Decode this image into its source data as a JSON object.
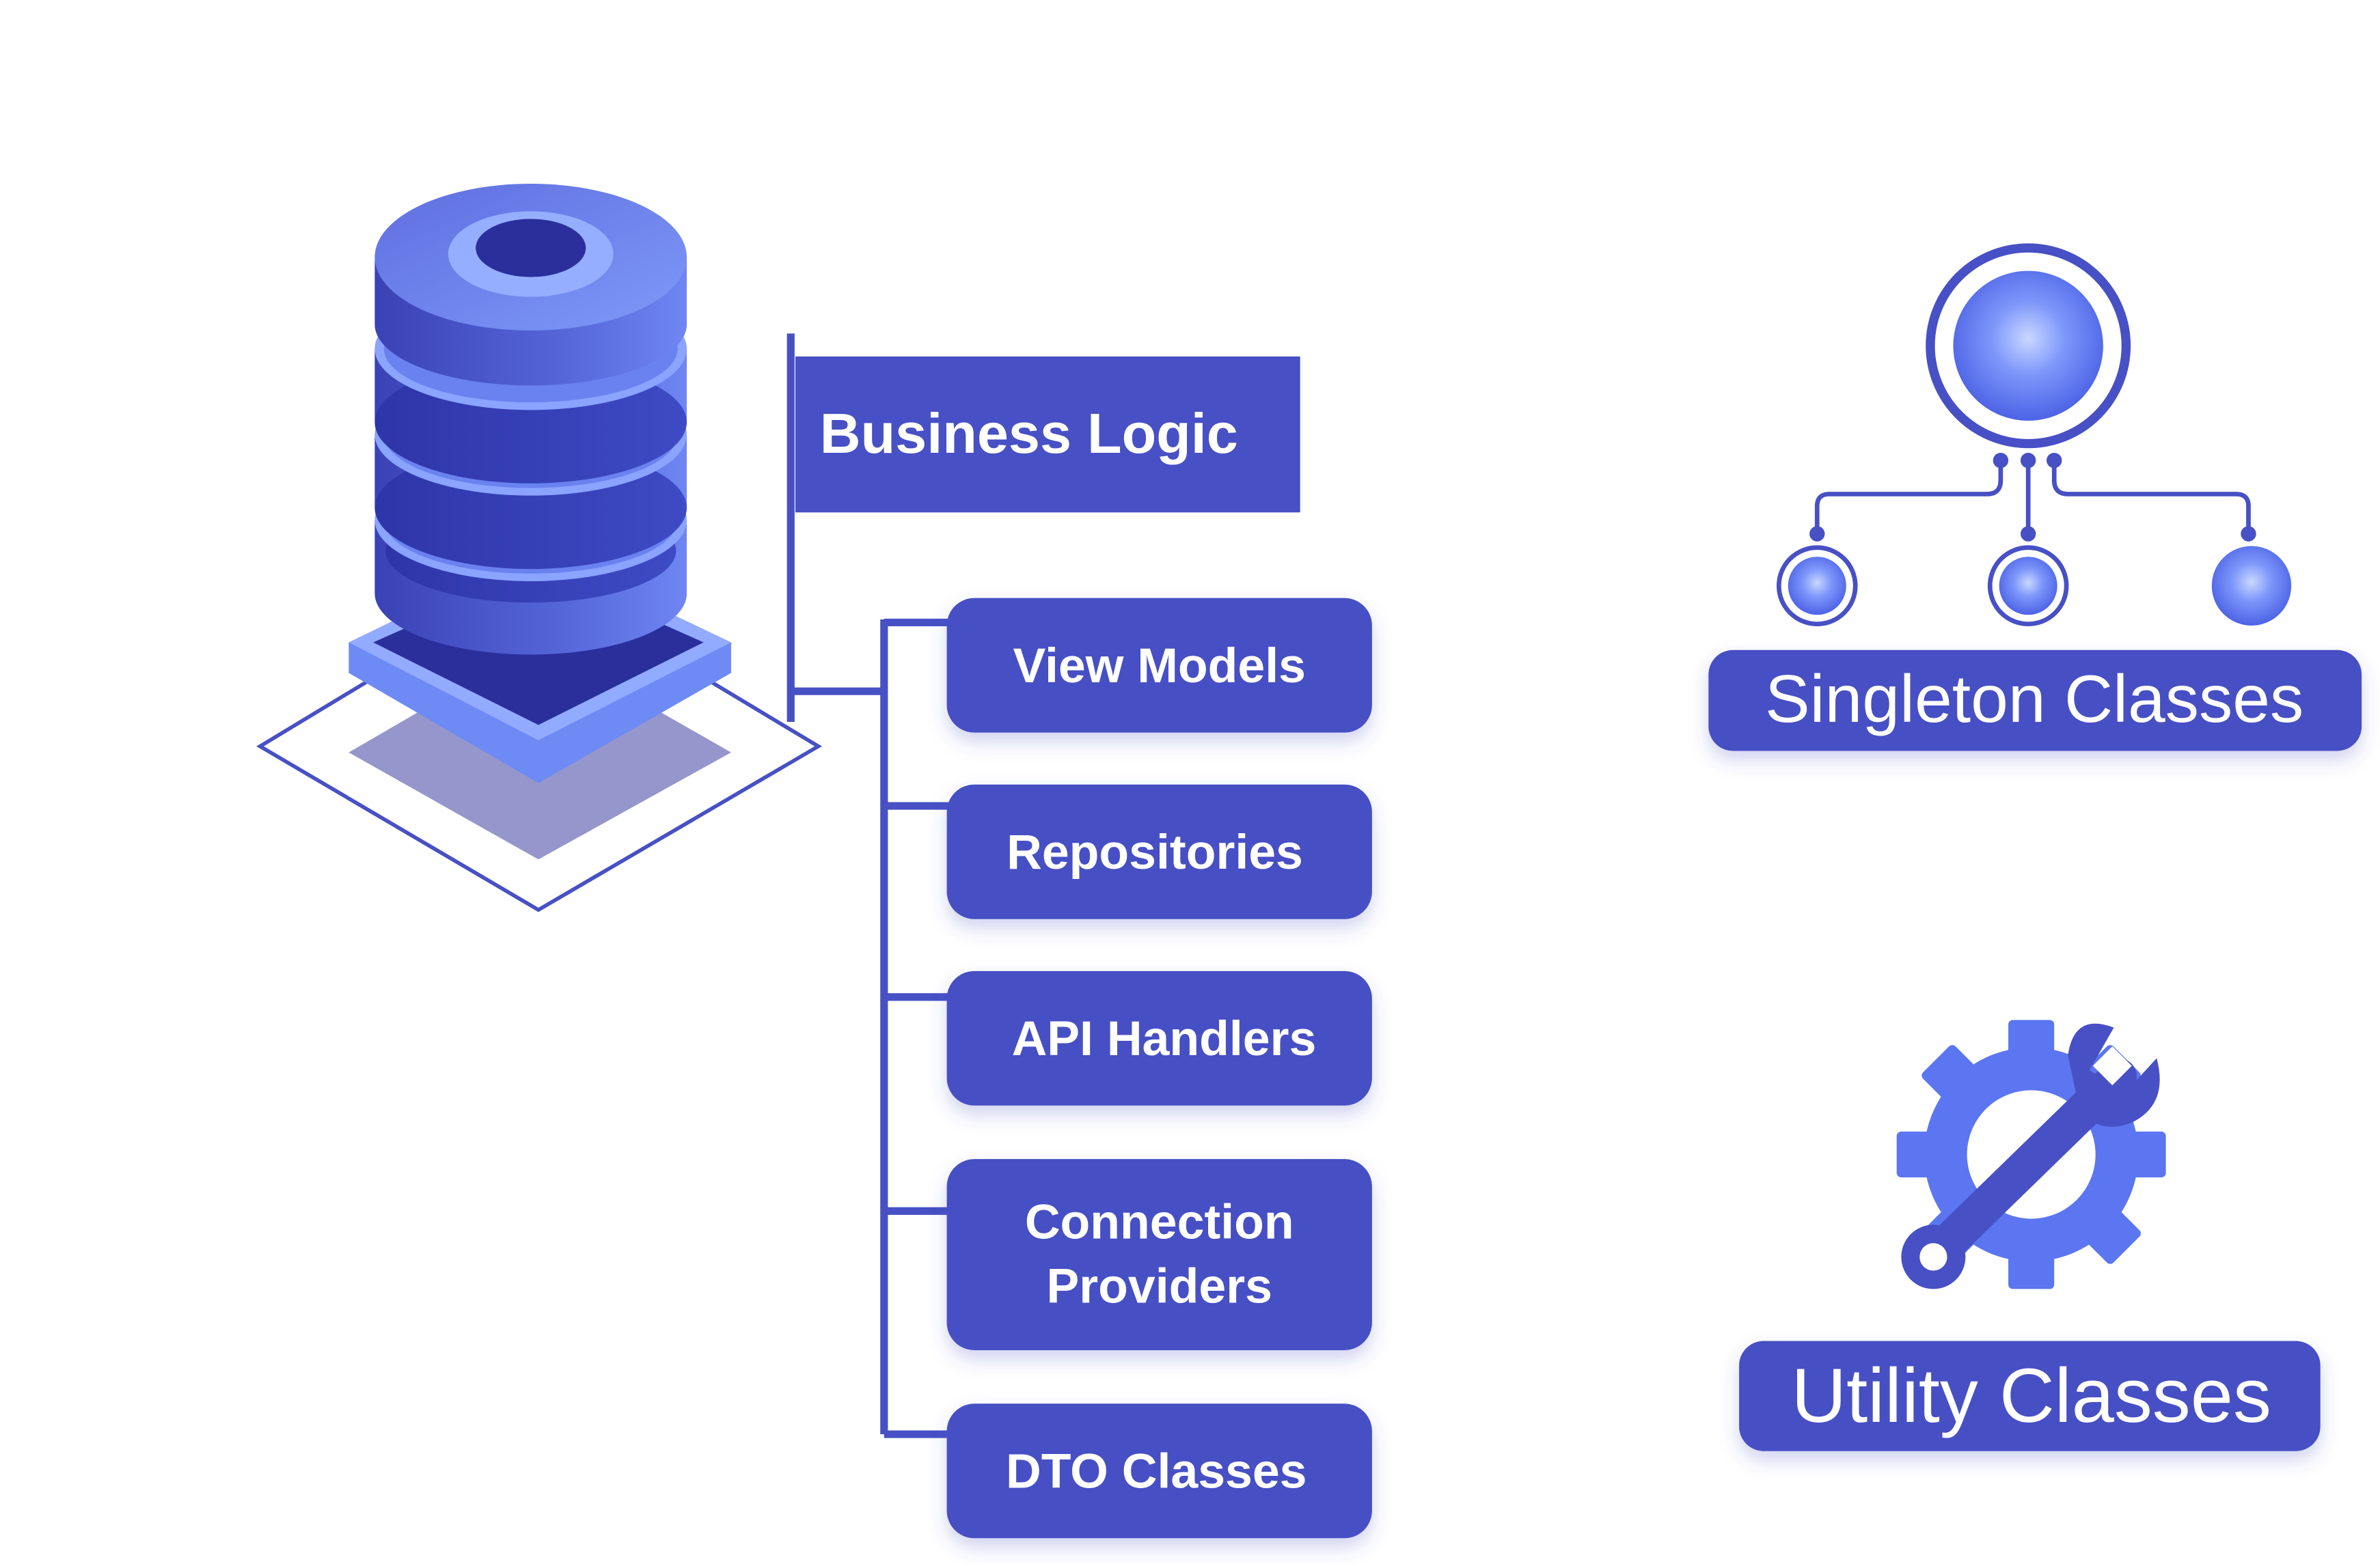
{
  "header": {
    "label": "Business Logic"
  },
  "components": [
    {
      "lines": [
        "View Models"
      ]
    },
    {
      "lines": [
        "Repositories"
      ]
    },
    {
      "lines": [
        "API Handlers"
      ]
    },
    {
      "lines": [
        "Connection",
        "Providers"
      ]
    },
    {
      "lines": [
        "DTO Classes"
      ]
    }
  ],
  "singleton": {
    "label": "Singleton Classes",
    "icon": "singleton-hierarchy-icon"
  },
  "utility": {
    "label": "Utility Classes",
    "icon": "gear-wrench-icon"
  },
  "database": {
    "icon": "database-stack-icon"
  },
  "colors": {
    "primary": "#4750C4",
    "light": "#6B88F5",
    "dark": "#2A2F9C",
    "shadow": "#9A9BCC"
  }
}
